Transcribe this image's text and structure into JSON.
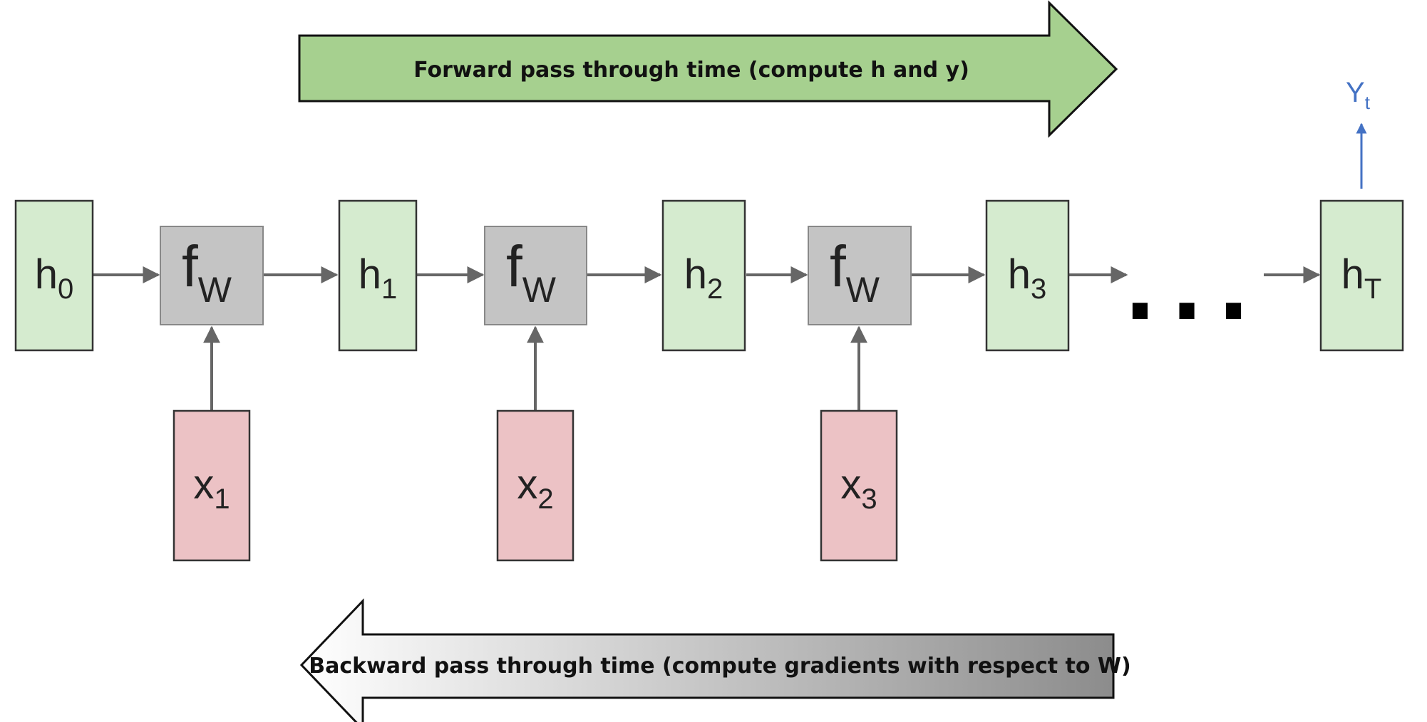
{
  "forward_pass": {
    "label": "Forward pass through time (compute h and y)"
  },
  "backward_pass": {
    "label": "Backward pass through time (compute gradients with respect to W)"
  },
  "hidden_states": [
    {
      "base": "h",
      "sub": "0"
    },
    {
      "base": "h",
      "sub": "1"
    },
    {
      "base": "h",
      "sub": "2"
    },
    {
      "base": "h",
      "sub": "3"
    },
    {
      "base": "h",
      "sub": "T"
    }
  ],
  "functions": [
    {
      "base": "f",
      "sub": "W"
    },
    {
      "base": "f",
      "sub": "W"
    },
    {
      "base": "f",
      "sub": "W"
    }
  ],
  "inputs": [
    {
      "base": "x",
      "sub": "1"
    },
    {
      "base": "x",
      "sub": "2"
    },
    {
      "base": "x",
      "sub": "3"
    }
  ],
  "output": {
    "base": "Y",
    "sub": "t"
  },
  "ellipsis": "...",
  "colors": {
    "hidden_fill": "#d5ebcf",
    "function_fill": "#c4c4c4",
    "input_fill": "#ecc2c5",
    "forward_fill": "#a6d08f",
    "backward_gradient_light": "#ffffff",
    "backward_gradient_dark": "#8c8c8c",
    "connector": "#666666",
    "output": "#4472c4"
  }
}
